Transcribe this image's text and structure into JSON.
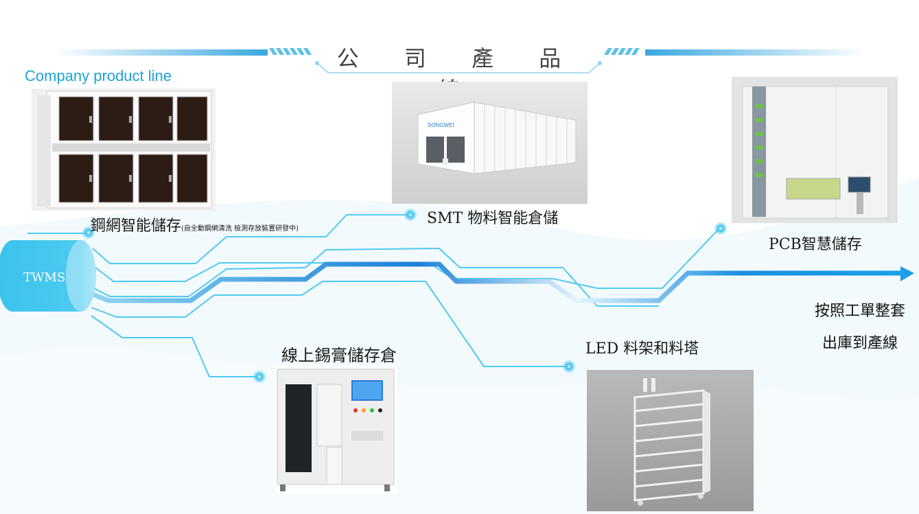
{
  "title": "公 司 產 品 線",
  "subtitle": "Company product line",
  "hub": "TWMS",
  "products": [
    {
      "name": "鋼網智能儲存",
      "note": "(自全動鋼網清洗 檢測存放裝置研發中)"
    },
    {
      "name": "SMT 物料智能倉儲"
    },
    {
      "name": "PCB智慧儲存"
    },
    {
      "name": "線上錫膏儲存倉"
    },
    {
      "name": "LED 料架和料塔"
    }
  ],
  "output_text": "按照工單整套出庫到產線",
  "brand_mark": "SONGWEI",
  "colors": {
    "accent": "#29b6e8",
    "accent_dark": "#1a8fd8",
    "line": "#55d0f0",
    "text": "#1a1a1a"
  }
}
